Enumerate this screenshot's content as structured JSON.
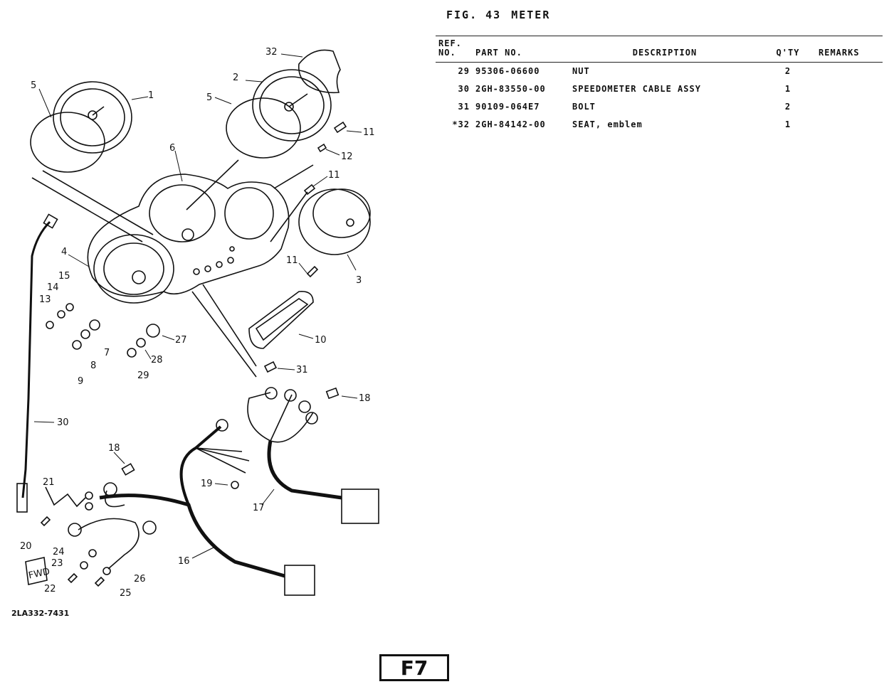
{
  "figure": {
    "label": "FIG. 43",
    "name": "METER"
  },
  "table": {
    "headers": {
      "ref_top": "REF.",
      "ref_bottom": "NO.",
      "part_no": "PART NO.",
      "description": "DESCRIPTION",
      "qty": "Q'TY",
      "remarks": "REMARKS"
    },
    "rows": [
      {
        "ref": "29",
        "part_no": "95306-06600",
        "description": "NUT",
        "qty": "2",
        "remarks": ""
      },
      {
        "ref": "30",
        "part_no": "2GH-83550-00",
        "description": "SPEEDOMETER CABLE ASSY",
        "qty": "1",
        "remarks": ""
      },
      {
        "ref": "31",
        "part_no": "90109-064E7",
        "description": "BOLT",
        "qty": "2",
        "remarks": ""
      },
      {
        "ref": "*32",
        "part_no": "2GH-84142-00",
        "description": "SEAT, emblem",
        "qty": "1",
        "remarks": ""
      }
    ]
  },
  "diagram": {
    "callouts": [
      "1",
      "2",
      "3",
      "4",
      "5",
      "5",
      "6",
      "7",
      "8",
      "9",
      "10",
      "11",
      "11",
      "11",
      "12",
      "13",
      "14",
      "15",
      "16",
      "17",
      "18",
      "18",
      "19",
      "20",
      "21",
      "22",
      "23",
      "24",
      "25",
      "26",
      "27",
      "28",
      "29",
      "30",
      "31",
      "32"
    ],
    "fwd_label": "FWD"
  },
  "catalog_code": "2LA332-7431",
  "page_id": "F7"
}
